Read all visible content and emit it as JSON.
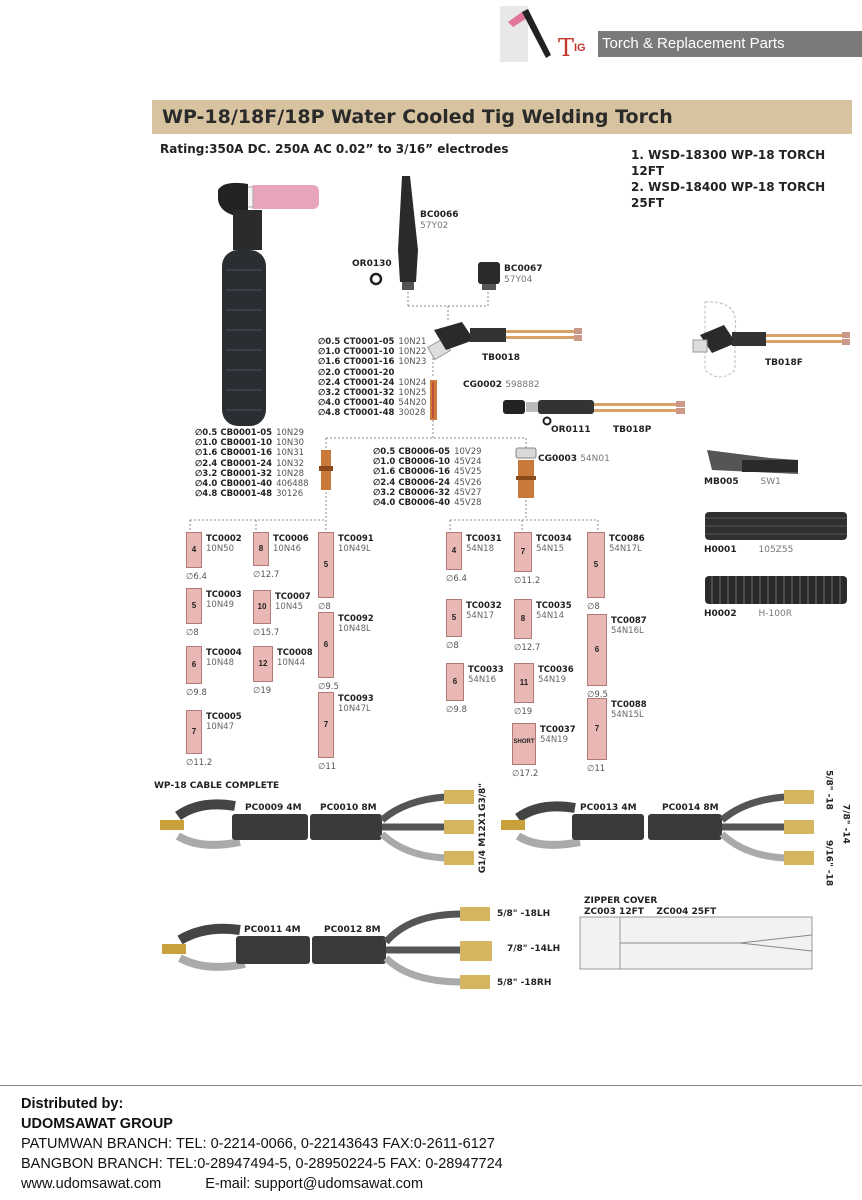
{
  "header": {
    "brand_letters": "TIG",
    "brand_t": "T",
    "brand_ig": "IG",
    "bar_text": "Torch & Replacement Parts"
  },
  "title": "WP-18/18F/18P Water Cooled Tig Welding Torch",
  "rating": "Rating:350A DC. 250A AC 0.02” to 3/16” electrodes",
  "models": [
    "1. WSD-18300 WP-18 TORCH 12FT",
    "2. WSD-18400 WP-18 TORCH 25FT"
  ],
  "parts": {
    "bc0066": {
      "code": "BC0066",
      "alt": "57Y02"
    },
    "or0130": {
      "code": "OR0130"
    },
    "bc0067": {
      "code": "BC0067",
      "alt": "57Y04"
    },
    "tb0018": {
      "code": "TB0018"
    },
    "tb018f": {
      "code": "TB018F"
    },
    "cg0002": {
      "code": "CG0002",
      "alt": "598882"
    },
    "or0111": {
      "code": "OR0111"
    },
    "tb018p": {
      "code": "TB018P"
    },
    "cg0003": {
      "code": "CG0003",
      "alt": "54N01"
    },
    "mb005": {
      "code": "MB005",
      "alt": "SW1"
    },
    "h0001": {
      "code": "H0001",
      "alt": "105Z55"
    },
    "h0002": {
      "code": "H0002",
      "alt": "H-100R"
    }
  },
  "collets": [
    {
      "size": "∅0.5",
      "code": "CT0001-05",
      "alt": "10N21"
    },
    {
      "size": "∅1.0",
      "code": "CT0001-10",
      "alt": "10N22"
    },
    {
      "size": "∅1.6",
      "code": "CT0001-16",
      "alt": "10N23"
    },
    {
      "size": "∅2.0",
      "code": "CT0001-20",
      "alt": ""
    },
    {
      "size": "∅2.4",
      "code": "CT0001-24",
      "alt": "10N24"
    },
    {
      "size": "∅3.2",
      "code": "CT0001-32",
      "alt": "10N25"
    },
    {
      "size": "∅4.0",
      "code": "CT0001-40",
      "alt": "54N20"
    },
    {
      "size": "∅4.8",
      "code": "CT0001-48",
      "alt": "30028"
    }
  ],
  "collet_bodies": [
    {
      "size": "∅0.5",
      "code": "CB0001-05",
      "alt": "10N29"
    },
    {
      "size": "∅1.0",
      "code": "CB0001-10",
      "alt": "10N30"
    },
    {
      "size": "∅1.6",
      "code": "CB0001-16",
      "alt": "10N31"
    },
    {
      "size": "∅2.4",
      "code": "CB0001-24",
      "alt": "10N32"
    },
    {
      "size": "∅3.2",
      "code": "CB0001-32",
      "alt": "10N28"
    },
    {
      "size": "∅4.0",
      "code": "CB0001-40",
      "alt": "406488"
    },
    {
      "size": "∅4.8",
      "code": "CB0001-48",
      "alt": "30126"
    }
  ],
  "gas_lens": [
    {
      "size": "∅0.5",
      "code": "CB0006-05",
      "alt": "10V29"
    },
    {
      "size": "∅1.0",
      "code": "CB0006-10",
      "alt": "45V24"
    },
    {
      "size": "∅1.6",
      "code": "CB0006-16",
      "alt": "45V25"
    },
    {
      "size": "∅2.4",
      "code": "CB0006-24",
      "alt": "45V26"
    },
    {
      "size": "∅3.2",
      "code": "CB0006-32",
      "alt": "45V27"
    },
    {
      "size": "∅4.0",
      "code": "CB0006-40",
      "alt": "45V28"
    }
  ],
  "cups": [
    {
      "num": "4",
      "code": "TC0002",
      "alt": "10N50",
      "dia": "∅6.4"
    },
    {
      "num": "5",
      "code": "TC0003",
      "alt": "10N49",
      "dia": "∅8"
    },
    {
      "num": "6",
      "code": "TC0004",
      "alt": "10N48",
      "dia": "∅9.8"
    },
    {
      "num": "7",
      "code": "TC0005",
      "alt": "10N47",
      "dia": "∅11.2"
    },
    {
      "num": "8",
      "code": "TC0006",
      "alt": "10N46",
      "dia": "∅12.7"
    },
    {
      "num": "10",
      "code": "TC0007",
      "alt": "10N45",
      "dia": "∅15.7"
    },
    {
      "num": "12",
      "code": "TC0008",
      "alt": "10N44",
      "dia": "∅19"
    },
    {
      "num": "5",
      "code": "TC0091",
      "alt": "10N49L",
      "dia": "∅8"
    },
    {
      "num": "6",
      "code": "TC0092",
      "alt": "10N48L",
      "dia": "∅9.5"
    },
    {
      "num": "7",
      "code": "TC0093",
      "alt": "10N47L",
      "dia": "∅11"
    },
    {
      "num": "4",
      "code": "TC0031",
      "alt": "54N18",
      "dia": "∅6.4"
    },
    {
      "num": "5",
      "code": "TC0032",
      "alt": "54N17",
      "dia": "∅8"
    },
    {
      "num": "6",
      "code": "TC0033",
      "alt": "54N16",
      "dia": "∅9.8"
    },
    {
      "num": "7",
      "code": "TC0034",
      "alt": "54N15",
      "dia": "∅11.2"
    },
    {
      "num": "8",
      "code": "TC0035",
      "alt": "54N14",
      "dia": "∅12.7"
    },
    {
      "num": "11",
      "code": "TC0036",
      "alt": "54N19",
      "dia": "∅19"
    },
    {
      "num": "SHORT",
      "code": "TC0037",
      "alt": "54N19",
      "dia": "∅17.2"
    },
    {
      "num": "5",
      "code": "TC0086",
      "alt": "54N17L",
      "dia": "∅8"
    },
    {
      "num": "6",
      "code": "TC0087",
      "alt": "54N16L",
      "dia": "∅9.5"
    },
    {
      "num": "7",
      "code": "TC0088",
      "alt": "54N15L",
      "dia": "∅11"
    }
  ],
  "cables": {
    "complete_label": "WP-18 CABLE COMPLETE",
    "c1": {
      "a": "PC0009",
      "a_len": "4M",
      "b": "PC0010",
      "b_len": "8M",
      "fit1": "G3/8\"",
      "fit2": "M12X1",
      "fit3": "G1/4"
    },
    "c2": {
      "a": "PC0013",
      "a_len": "4M",
      "b": "PC0014",
      "b_len": "8M",
      "fit1": "5/8\" -18",
      "fit2": "7/8\" -14",
      "fit3": "9/16\" -18"
    },
    "c3": {
      "a": "PC0011",
      "a_len": "4M",
      "b": "PC0012",
      "b_len": "8M",
      "fit1": "5/8\" -18LH",
      "fit2": "7/8\" -14LH",
      "fit3": "5/8\" -18RH"
    }
  },
  "zipper": {
    "title": "ZIPPER COVER",
    "a": "ZC003 12FT",
    "b": "ZC004 25FT"
  },
  "footer": {
    "distributed": "Distributed by:",
    "company": "UDOMSAWAT GROUP",
    "branch1": "PATUMWAN BRANCH:  TEL: 0-2214-0066, 0-22143643 FAX:0-2611-6127",
    "branch2": "BANGBON  BRANCH:  TEL:0-28947494-5, 0-28950224-5 FAX: 0-28947724",
    "web": "www.udomsawat.com",
    "email": "E-mail: support@udomsawat.com"
  }
}
